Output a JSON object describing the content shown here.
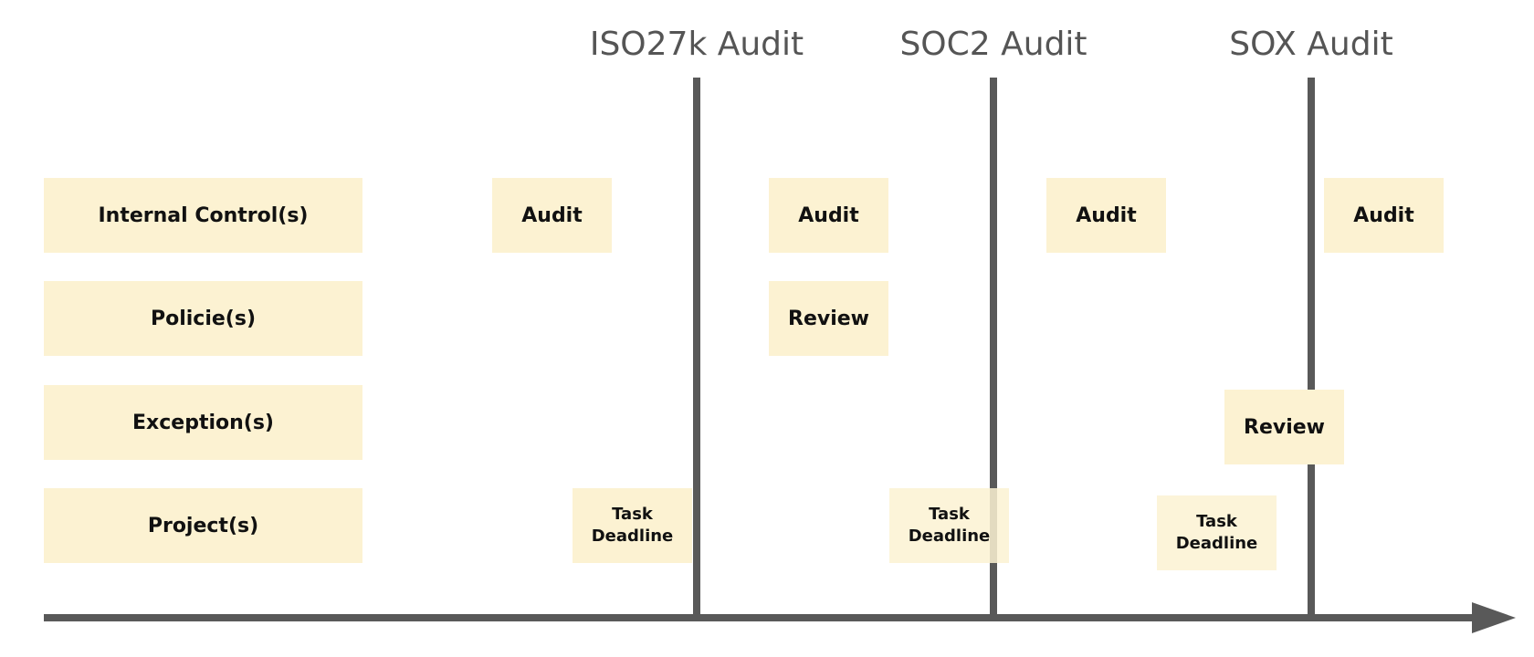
{
  "colors": {
    "sticky": "#fcf2d2",
    "line": "#595959",
    "label": "#555555",
    "text": "#111111"
  },
  "milestones": [
    {
      "label": "ISO27k Audit"
    },
    {
      "label": "SOC2 Audit"
    },
    {
      "label": "SOX Audit"
    }
  ],
  "rows": [
    {
      "label": "Internal Control(s)"
    },
    {
      "label": "Policie(s)"
    },
    {
      "label": "Exception(s)"
    },
    {
      "label": "Project(s)"
    }
  ],
  "events": {
    "audit_1": "Audit",
    "audit_2": "Audit",
    "audit_3": "Audit",
    "audit_4": "Audit",
    "review_policies": "Review",
    "review_exceptions": "Review",
    "task_deadline_1": "Task\nDeadline",
    "task_deadline_2": "Task\nDeadline",
    "task_deadline_3": "Task\nDeadline"
  }
}
